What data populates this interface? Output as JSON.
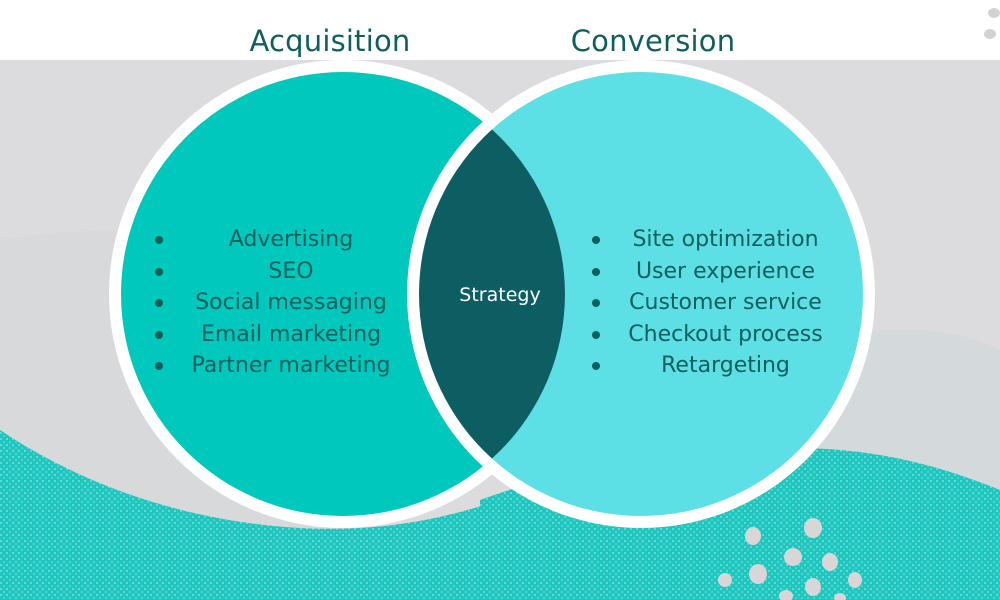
{
  "diagram": {
    "type": "venn",
    "colors": {
      "left_circle": "#00c8bd",
      "right_circle": "#5ce0e6",
      "intersection": "#0c5e62",
      "border": "#ffffff",
      "text": "#0f5f5c",
      "background": "#dcdbdd"
    },
    "left": {
      "title": "Acquisition",
      "items": [
        "Advertising",
        "SEO",
        "Social messaging",
        "Email marketing",
        "Partner marketing"
      ]
    },
    "right": {
      "title": "Conversion",
      "items": [
        "Site optimization",
        "User experience",
        "Customer service",
        "Checkout process",
        "Retargeting"
      ]
    },
    "intersection": {
      "label": "Strategy"
    }
  }
}
